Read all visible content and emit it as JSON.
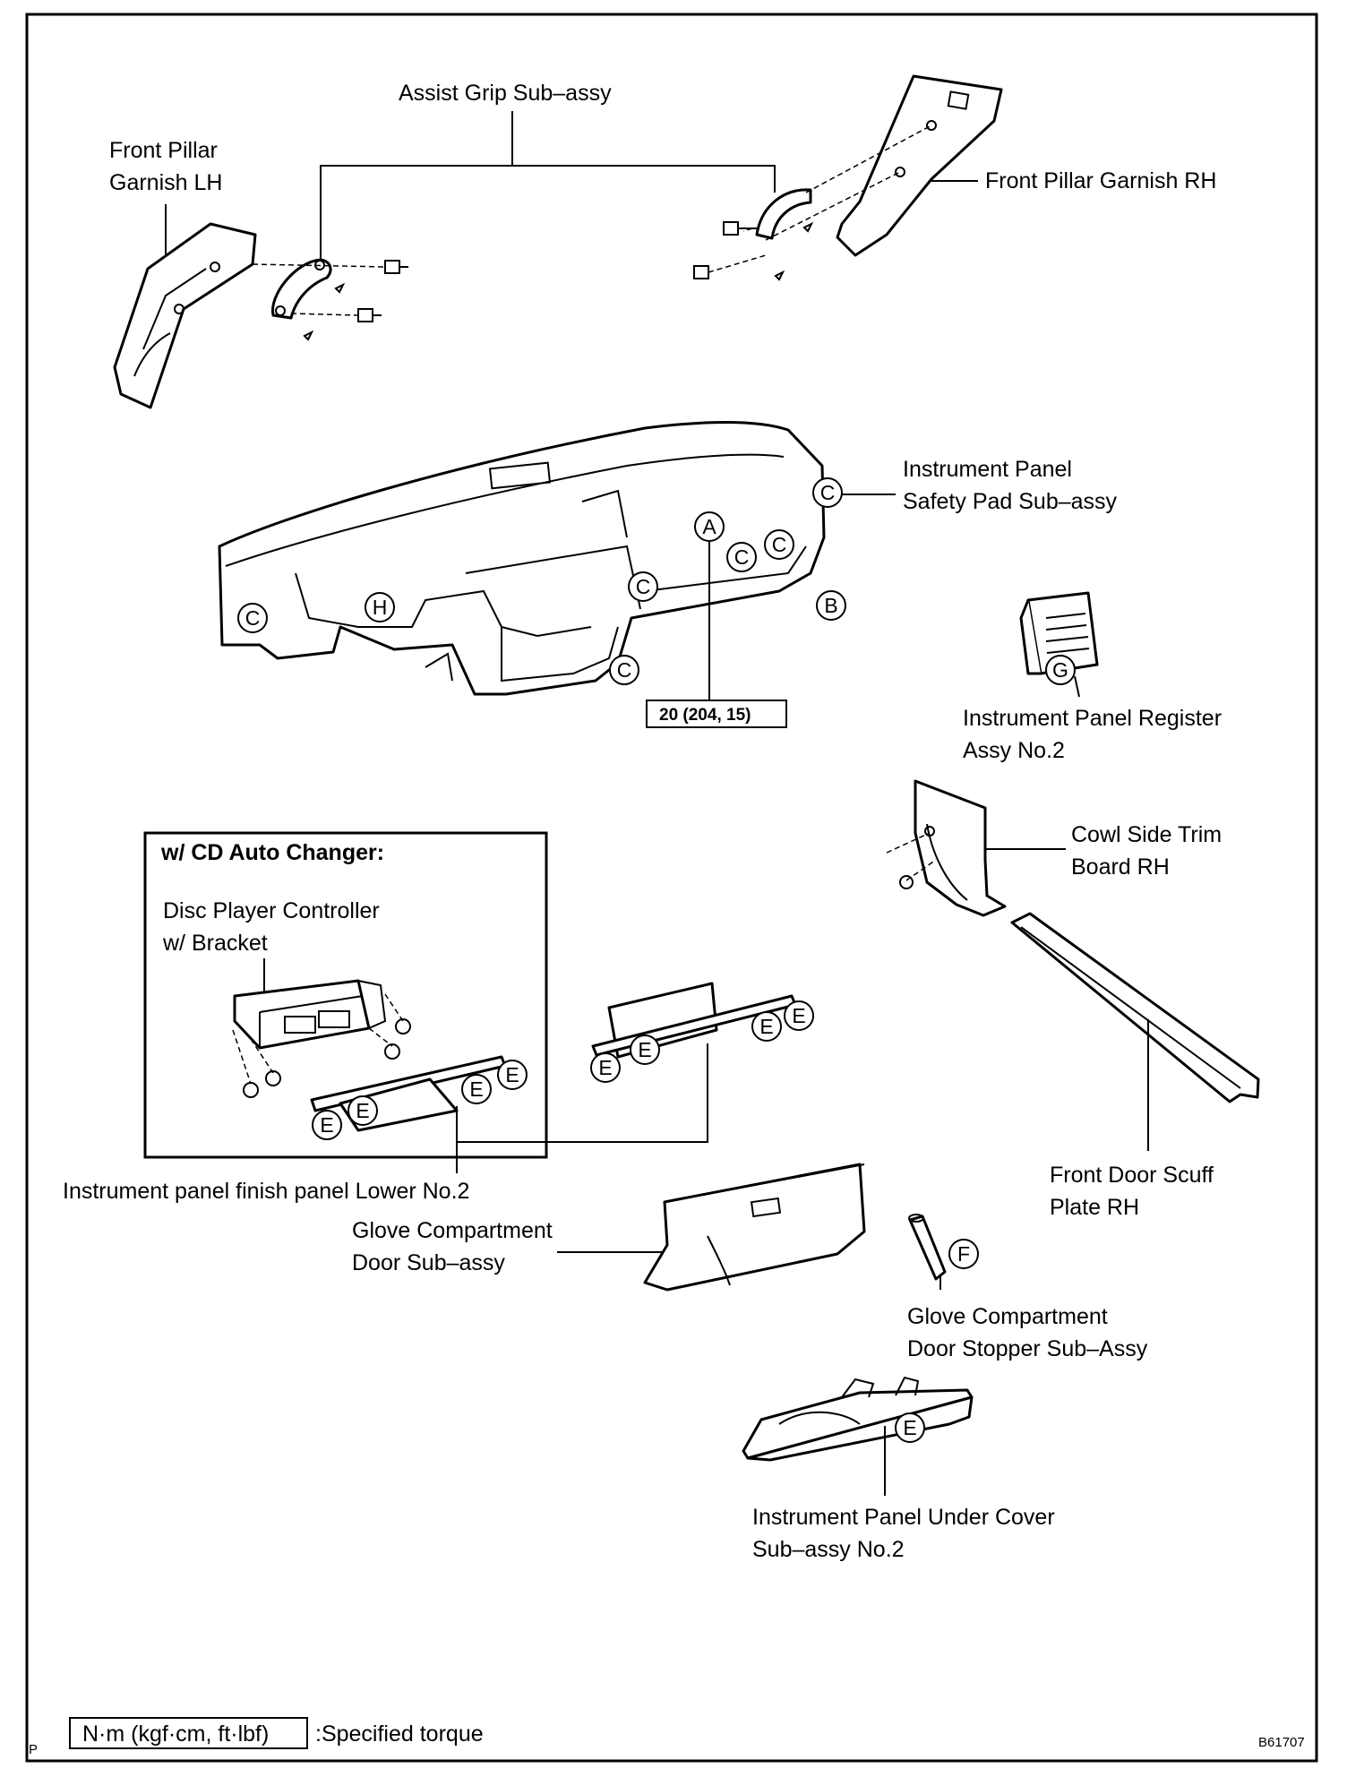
{
  "labels": {
    "assist_grip": "Assist Grip Sub–assy",
    "front_pillar_lh_1": "Front Pillar",
    "front_pillar_lh_2": "Garnish LH",
    "front_pillar_rh": "Front Pillar Garnish RH",
    "ip_safety_pad_1": "Instrument Panel",
    "ip_safety_pad_2": "Safety Pad Sub–assy",
    "ip_register_1": "Instrument Panel Register",
    "ip_register_2": "Assy No.2",
    "cowl_side_1": "Cowl Side Trim",
    "cowl_side_2": "Board RH",
    "cd_box_title": "w/ CD Auto Changer:",
    "disc_player_1": "Disc Player Controller",
    "disc_player_2": "w/ Bracket",
    "finish_panel": "Instrument panel finish panel Lower No.2",
    "glove_door_1": "Glove Compartment",
    "glove_door_2": "Door Sub–assy",
    "scuff_1": "Front Door Scuff",
    "scuff_2": "Plate RH",
    "stopper_1": "Glove Compartment",
    "stopper_2": "Door Stopper Sub–Assy",
    "under_cover_1": "Instrument Panel Under Cover",
    "under_cover_2": "Sub–assy No.2"
  },
  "torque_value": "20 (204, 15)",
  "legend": {
    "unit_box": "N·m (kgf·cm, ft·lbf)",
    "text": ":Specified torque"
  },
  "footer": {
    "left_mark": "P",
    "code": "B61707"
  },
  "callouts": {
    "A": "A",
    "B": "B",
    "C": "C",
    "E": "E",
    "F": "F",
    "G": "G",
    "H": "H"
  }
}
